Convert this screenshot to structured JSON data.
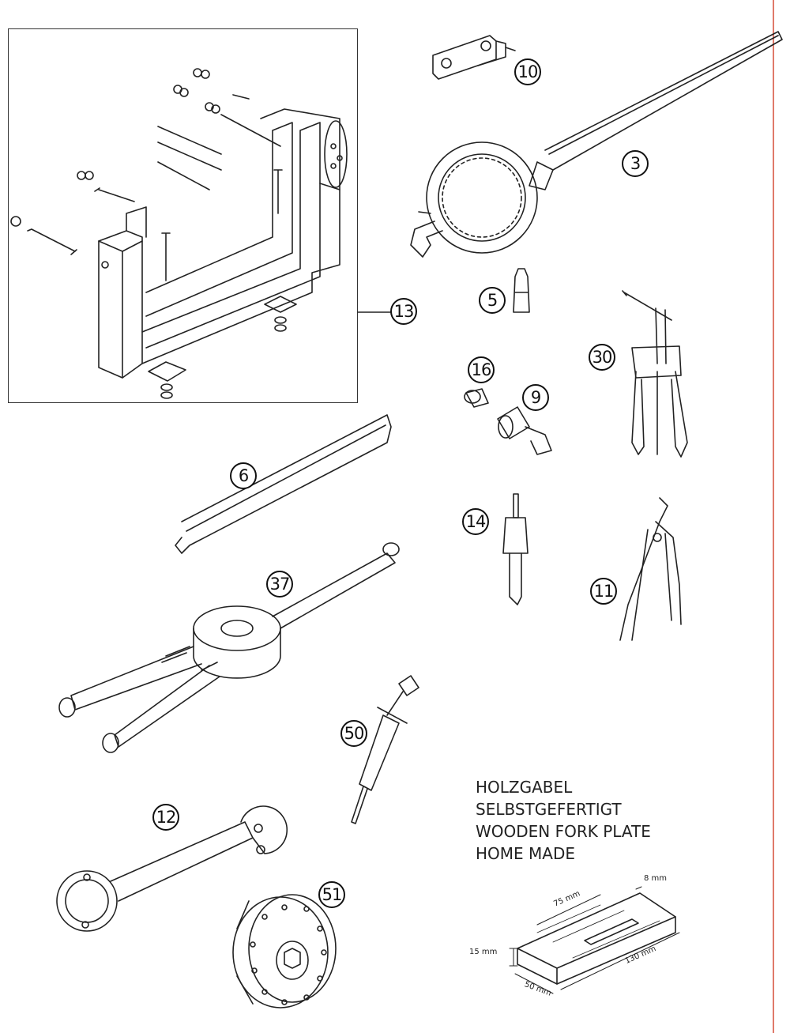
{
  "callouts": [
    {
      "id": "10",
      "label": "10"
    },
    {
      "id": "3",
      "label": "3"
    },
    {
      "id": "13",
      "label": "13"
    },
    {
      "id": "5",
      "label": "5"
    },
    {
      "id": "30",
      "label": "30"
    },
    {
      "id": "16",
      "label": "16"
    },
    {
      "id": "9",
      "label": "9"
    },
    {
      "id": "6",
      "label": "6"
    },
    {
      "id": "14",
      "label": "14"
    },
    {
      "id": "37",
      "label": "37"
    },
    {
      "id": "11",
      "label": "11"
    },
    {
      "id": "50",
      "label": "50"
    },
    {
      "id": "12",
      "label": "12"
    },
    {
      "id": "51",
      "label": "51"
    }
  ],
  "note": {
    "line1": "HOLZGABEL",
    "line2": "SELBSTGEFERTIGT",
    "line3": "WOODEN FORK PLATE",
    "line4": "HOME MADE"
  },
  "dimensions": {
    "d75": "75 mm",
    "d8": "8 mm",
    "d15": "15 mm",
    "d130": "130 mm",
    "d50": "50 mm"
  },
  "colors": {
    "line": "#222222",
    "accent_edge": "#e07a6a"
  }
}
